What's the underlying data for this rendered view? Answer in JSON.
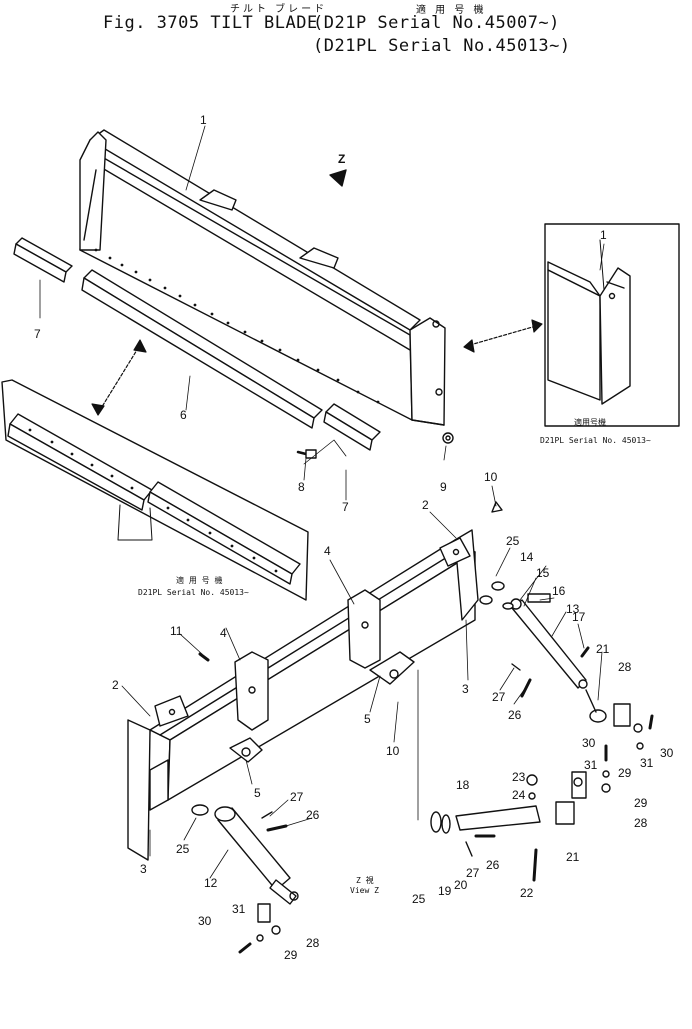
{
  "header": {
    "japanese_title": "チルト ブレード",
    "fig_title": "Fig. 3705  TILT  BLADE",
    "applicable_label": "適 用 号 機",
    "serial_line_1": "(D21P   Serial No.45007~)",
    "serial_line_2": "(D21PL  Serial No.45013~)"
  },
  "insets": {
    "upper_right_applicable": "適用号機",
    "upper_right_serial": "D21PL  Serial  No.  45013~",
    "left_applicable": "適 用 号 機",
    "left_serial": "D21PL  Serial  No.  45013~"
  },
  "view_label": {
    "japanese": "Z 視",
    "english": "View  Z"
  },
  "direction_marker": "Z",
  "callouts": [
    "1",
    "7",
    "6",
    "1",
    "7",
    "8",
    "9",
    "10",
    "2",
    "25",
    "14",
    "15",
    "16",
    "13",
    "4",
    "4",
    "11",
    "17",
    "21",
    "28",
    "2",
    "3",
    "27",
    "26",
    "5",
    "10",
    "30",
    "31",
    "29",
    "31",
    "30",
    "5",
    "27",
    "26",
    "23",
    "24",
    "29",
    "18",
    "28",
    "3",
    "25",
    "26",
    "21",
    "12",
    "27",
    "25",
    "19",
    "20",
    "22",
    "31",
    "30",
    "28",
    "29"
  ],
  "colors": {
    "ink": "#111111",
    "paper": "#ffffff"
  }
}
